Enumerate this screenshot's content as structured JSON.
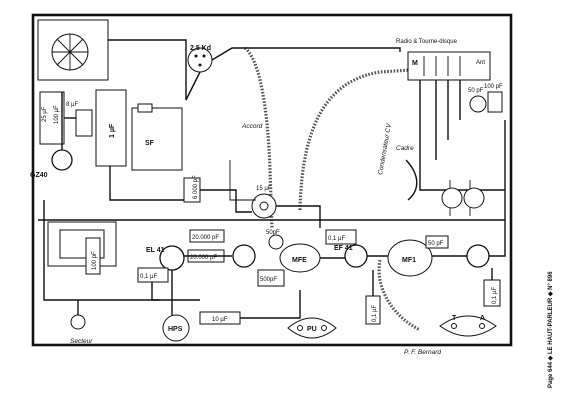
{
  "labels": {
    "selector": "Radio & Tourne-disque",
    "sel_radio": "Radio",
    "sel_tourne": "Tourne",
    "sel_disque": "disque",
    "sel_m": "M",
    "sel_ant": "Ant",
    "spk": "2,5 Kd",
    "c25uf": "25 µF",
    "c100uf": "100 µF",
    "gz40": "GZ40",
    "c8uf": "8 µF",
    "c1uf": "1 µF",
    "sf": "SF",
    "c6000": "6 000 pF",
    "c15uf": "15 µF",
    "el41": "EL 41",
    "c100pf": "100 pF",
    "c20000a": "20.000 pF",
    "c01a": "0,1 µF",
    "c20000b": "20.000 pF",
    "c50pf": "50pF",
    "mfe": "MFE",
    "c500": "500pF",
    "c01b": "0,1 µF",
    "ef41": "EF 41",
    "mf1": "MF1",
    "c50b": "50 pF",
    "c01c": "0,1 µF",
    "c01d": "0,1 µF",
    "secteur": "Secteur",
    "hps": "HPS",
    "c10uf": "10 µF",
    "pu": "PU",
    "ant_t": "T",
    "ant_a": "A",
    "cadre": "Cadre",
    "c100pf2": "100 pF",
    "c50pf3": "50 pF",
    "accord": "Accord",
    "cv": "Condensateur CV",
    "signature": "P. F. Bernard",
    "side_text": "Page 644 ◆ LE HAUT-PARLEUR ◆ N° 896"
  }
}
